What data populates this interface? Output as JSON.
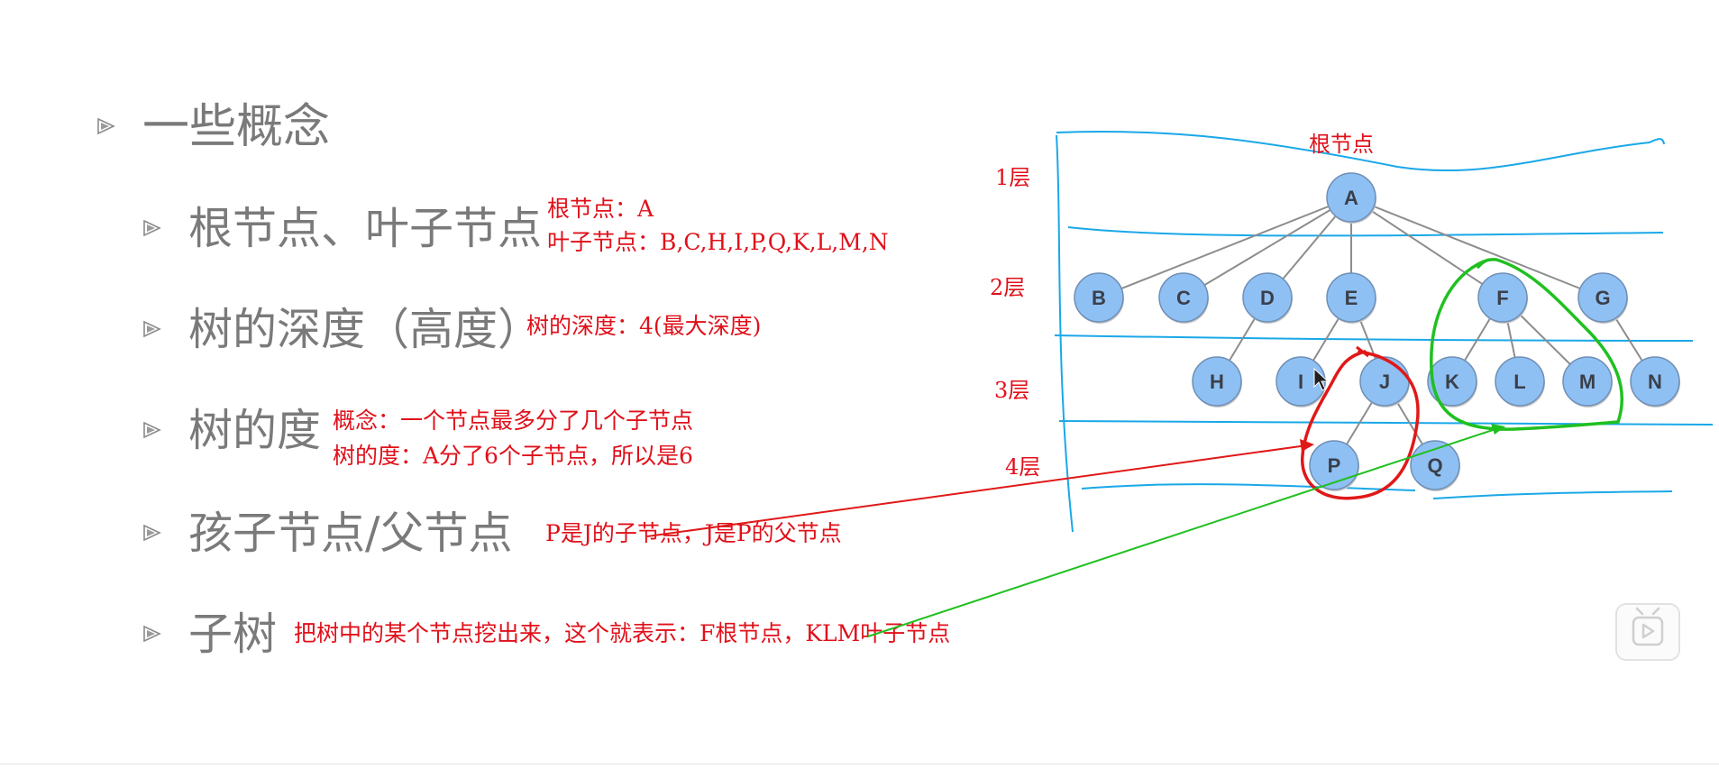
{
  "headings": {
    "main": "一些概念",
    "root_leaf": "根节点、叶子节点",
    "depth": "树的深度（高度）",
    "degree": "树的度",
    "child_parent": "孩子节点/父节点",
    "subtree": "子树"
  },
  "notes": {
    "root_node": "根节点：A",
    "leaf_nodes": "叶子节点：B,C,H,I,P,Q,K,L,M,N",
    "depth": "树的深度：4(最大深度)",
    "degree_concept": "概念：一个节点最多分了几个子节点",
    "degree_tree": "树的度：A分了6个子节点，所以是6",
    "child_parent": "P是J的子节点，J是P的父节点",
    "subtree": "把树中的某个节点挖出来，这个就表示：F根节点，KLM叶子节点"
  },
  "tree": {
    "root_label": "根节点",
    "levels": [
      "1层",
      "2层",
      "3层",
      "4层"
    ],
    "nodes": {
      "A": "A",
      "B": "B",
      "C": "C",
      "D": "D",
      "E": "E",
      "F": "F",
      "G": "G",
      "H": "H",
      "I": "I",
      "J": "J",
      "K": "K",
      "L": "L",
      "M": "M",
      "N": "N",
      "P": "P",
      "Q": "Q"
    },
    "edges": [
      [
        "A",
        "B"
      ],
      [
        "A",
        "C"
      ],
      [
        "A",
        "D"
      ],
      [
        "A",
        "E"
      ],
      [
        "A",
        "F"
      ],
      [
        "A",
        "G"
      ],
      [
        "D",
        "H"
      ],
      [
        "E",
        "I"
      ],
      [
        "E",
        "J"
      ],
      [
        "F",
        "K"
      ],
      [
        "F",
        "L"
      ],
      [
        "F",
        "M"
      ],
      [
        "G",
        "N"
      ],
      [
        "J",
        "P"
      ],
      [
        "J",
        "Q"
      ]
    ]
  },
  "icons": {
    "bullet": "triangle-bullet-icon",
    "play": "play-icon",
    "cursor": "mouse-cursor-icon"
  },
  "colors": {
    "heading": "#7a7a7a",
    "annotation_red": "#e0101a",
    "annotation_green": "#20c020",
    "annotation_blue": "#1aa8e8",
    "node_fill": "#8fc0f3",
    "node_stroke": "#6f8fb5",
    "edge": "#8d8d8d"
  }
}
